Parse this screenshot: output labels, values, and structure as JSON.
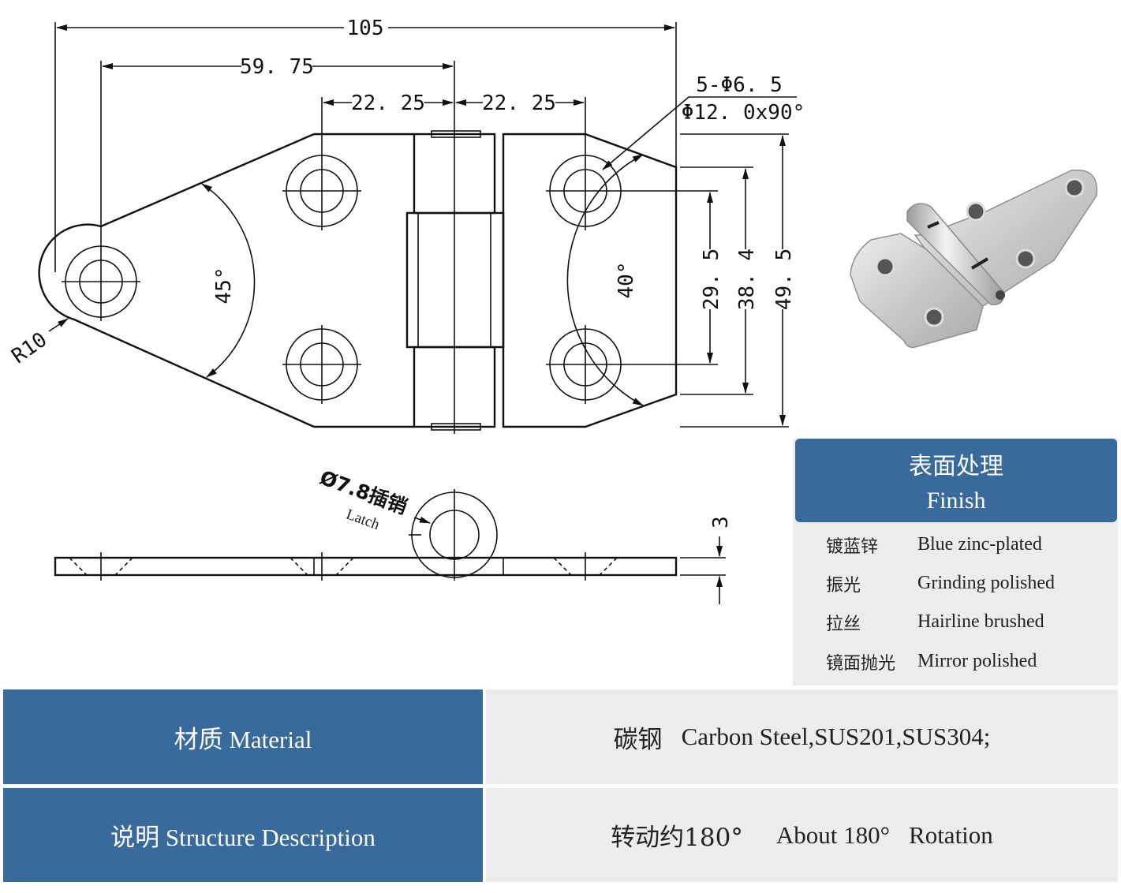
{
  "drawing": {
    "dimensions": {
      "overall_width": "105",
      "pin_to_center": "59. 75",
      "left_hole_offset": "22. 25",
      "right_hole_offset": "22. 25",
      "holes_callout_line1": "5-Φ6. 5",
      "holes_callout_line2": "Φ12. 0x90°",
      "angle_left": "45°",
      "angle_right": "40°",
      "hole_spacing": "29. 5",
      "edge_height": "38. 4",
      "overall_height": "49. 5",
      "radius": "R10",
      "thickness": "3",
      "pin_callout": "Ø7.8插销",
      "pin_callout_en": "Latch"
    }
  },
  "finish": {
    "title_cn": "表面处理",
    "title_en": "Finish",
    "items": [
      {
        "cn": "镀蓝锌",
        "en": "Blue zinc-plated"
      },
      {
        "cn": "振光",
        "en": "Grinding polished"
      },
      {
        "cn": "拉丝",
        "en": "Hairline brushed"
      },
      {
        "cn": "镜面抛光",
        "en": "Mirror polished"
      }
    ]
  },
  "specs": {
    "material_label": "材质 Material",
    "material_value_cn": "碳钢",
    "material_value_en": "Carbon Steel,SUS201,SUS304;",
    "structure_label": "说明 Structure Description",
    "structure_value_cn": "转动约180°",
    "structure_value_en": "About 180°",
    "structure_value_en2": "Rotation"
  },
  "colors": {
    "header_blue": "#396a9c",
    "panel_gray": "#ececec",
    "line": "#111111"
  }
}
